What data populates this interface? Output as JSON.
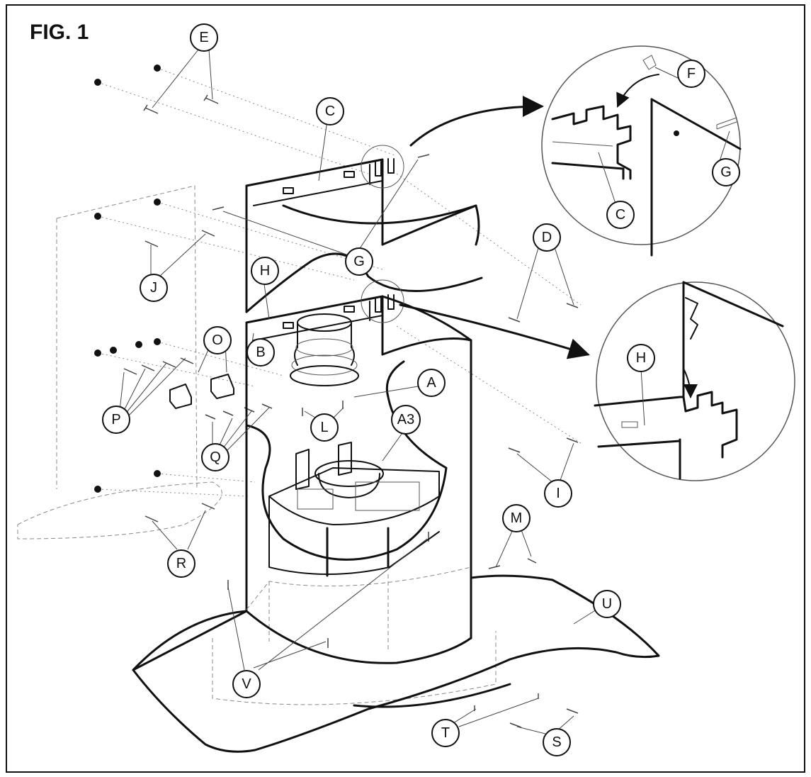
{
  "figure": {
    "title": "FIG. 1",
    "callouts": [
      "E",
      "C",
      "F",
      "G",
      "D",
      "H",
      "J",
      "G",
      "C",
      "O",
      "B",
      "A",
      "H",
      "P",
      "L",
      "A3",
      "Q",
      "I",
      "M",
      "R",
      "U",
      "V",
      "T",
      "S"
    ]
  }
}
